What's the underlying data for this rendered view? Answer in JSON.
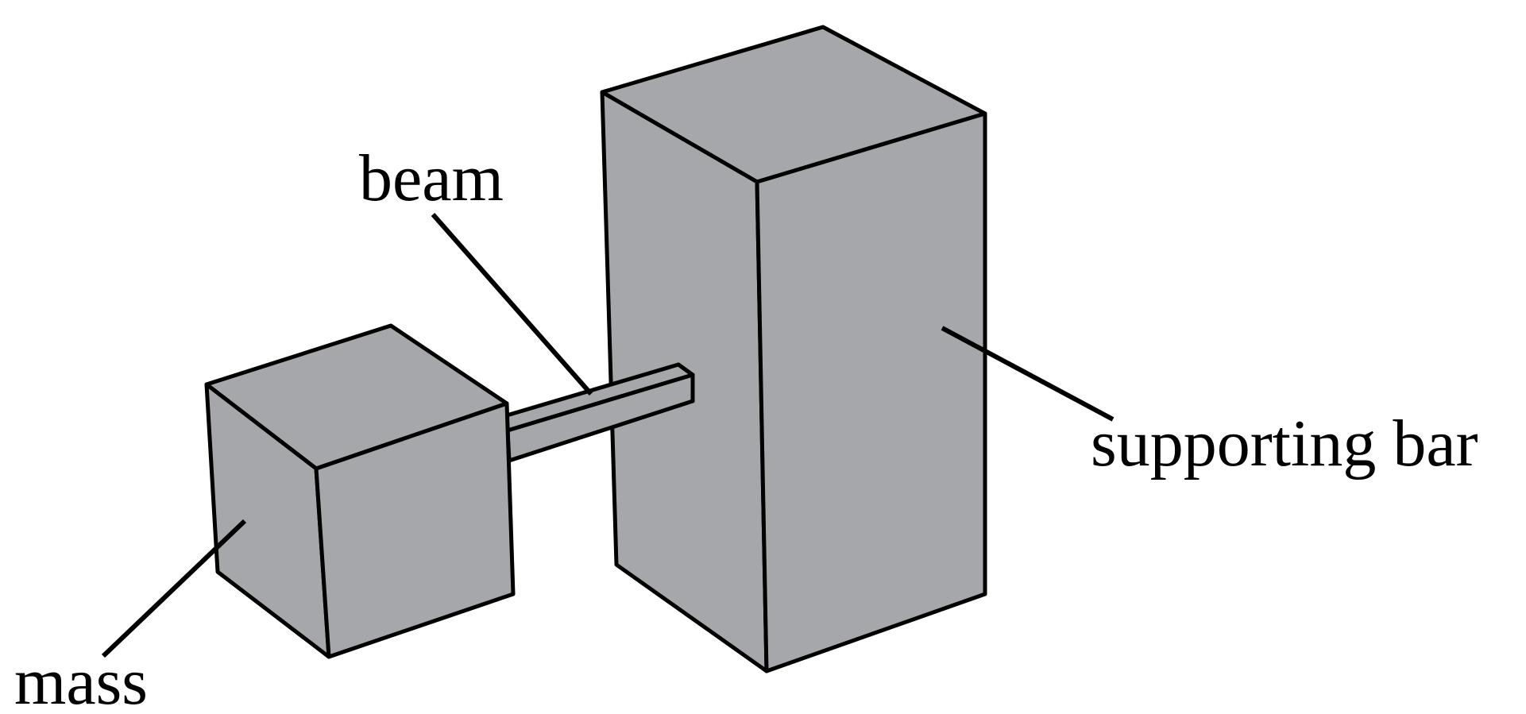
{
  "labels": {
    "beam": "beam",
    "supporting_bar": "supporting bar",
    "mass": "mass"
  },
  "colors": {
    "face_fill": "#a6a7ab",
    "outline": "#000000",
    "background": "#ffffff"
  }
}
